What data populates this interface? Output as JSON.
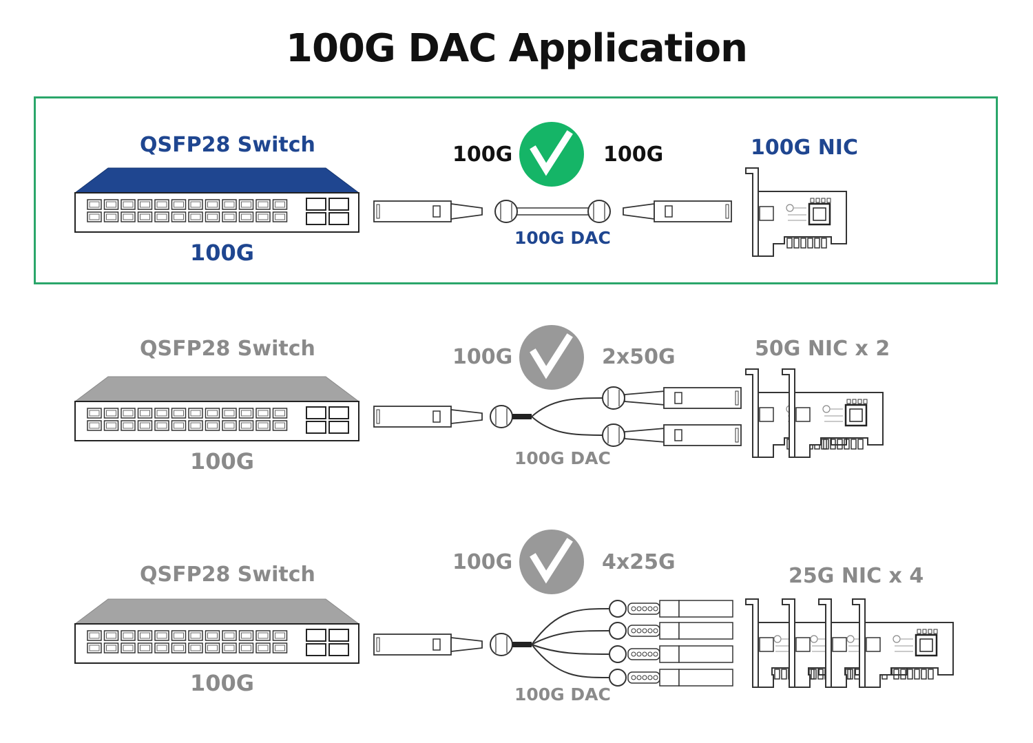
{
  "title": "100G DAC Application",
  "colors": {
    "active_blue": "#1f4690",
    "active_green": "#15b567",
    "inactive_gray": "#8a8a8a",
    "box_border": "#2aa66a"
  },
  "rows": [
    {
      "switch_label": "QSFP28 Switch",
      "switch_speed": "100G",
      "left_speed": "100G",
      "right_speed": "100G",
      "cable_label": "100G DAC",
      "nic_label": "100G NIC",
      "active": true,
      "check_icon": "checkmark-icon"
    },
    {
      "switch_label": "QSFP28 Switch",
      "switch_speed": "100G",
      "left_speed": "100G",
      "right_speed": "2x50G",
      "cable_label": "100G DAC",
      "nic_label": "50G NIC x 2",
      "active": false,
      "check_icon": "checkmark-icon"
    },
    {
      "switch_label": "QSFP28 Switch",
      "switch_speed": "100G",
      "left_speed": "100G",
      "right_speed": "4x25G",
      "cable_label": "100G DAC",
      "nic_label": "25G NIC x 4",
      "active": false,
      "check_icon": "checkmark-icon"
    }
  ]
}
